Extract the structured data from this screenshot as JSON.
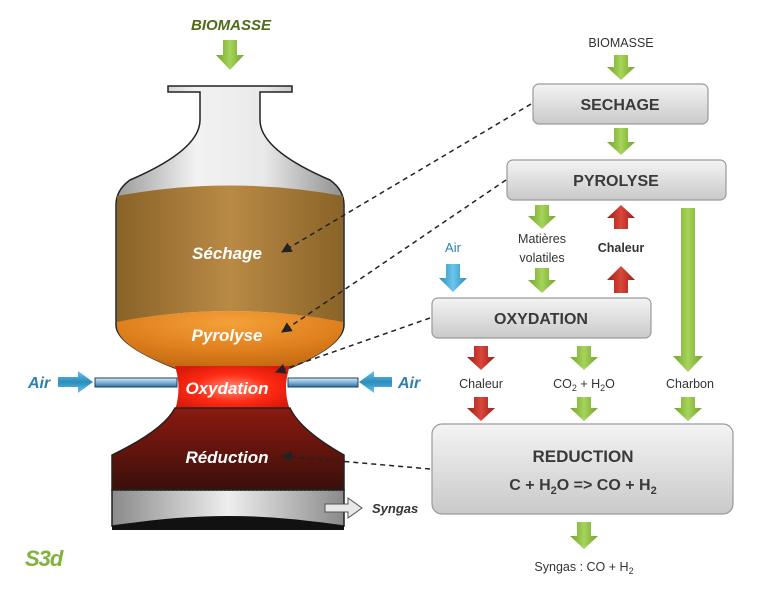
{
  "reactor": {
    "input_label": "BIOMASSE",
    "zones": {
      "drying": "Séchage",
      "pyrolysis": "Pyrolyse",
      "oxidation": "Oxydation",
      "reduction": "Réduction"
    },
    "air_left": "Air",
    "air_right": "Air",
    "output_label": "Syngas"
  },
  "flow": {
    "input_label": "BIOMASSE",
    "boxes": {
      "sechage": "SECHAGE",
      "pyrolyse": "PYROLYSE",
      "oxydation": "OXYDATION",
      "reduction_title": "REDUCTION",
      "reduction_eq": {
        "p1": "C + H",
        "s1": "2",
        "p2": "O => CO + H",
        "s2": "2"
      }
    },
    "labels": {
      "air": "Air",
      "volatiles_line1": "Matières",
      "volatiles_line2": "volatiles",
      "heat_up": "Chaleur",
      "heat_down": "Chaleur",
      "co2_h2o": {
        "p1": "CO",
        "s1": "2",
        "p2": " + H",
        "s2": "2",
        "p3": "O"
      },
      "charbon": "Charbon"
    },
    "output": {
      "p1": "Syngas : CO + H",
      "s1": "2"
    }
  },
  "logo": "S3d",
  "colors": {
    "green_arrow": "#8bbf3c",
    "red_arrow": "#c0392b",
    "blue_arrow": "#3aa6cf",
    "label_green": "#5a7a1f",
    "label_blue": "#2e7fb0",
    "label_red": "#a3201a"
  }
}
